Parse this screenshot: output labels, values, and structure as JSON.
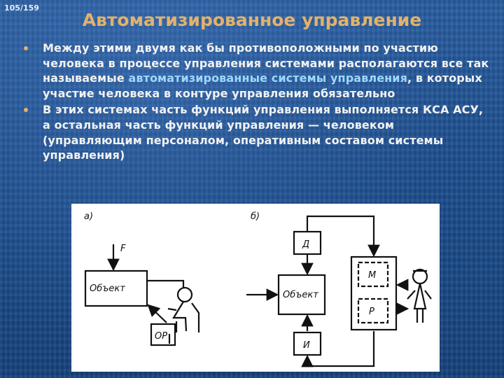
{
  "slide": {
    "counter": "105/159",
    "title": "Автоматизированное управление",
    "bullets": [
      {
        "parts": [
          "Между этими двумя как бы противоположными по участию человека в процессе управления системами располагаются все так называемые ",
          "автоматизированные системы управления",
          ", в которых участие человека в контуре управления обязательно"
        ]
      },
      {
        "parts": [
          "В этих системах часть функций управления выполняется КСА АСУ, а остальная часть функций управления — человеком (управляющим персоналом, оперативным составом системы управления)"
        ]
      }
    ]
  },
  "figure": {
    "panel_a": {
      "label": "а)",
      "input": "F",
      "object": "Объект",
      "operator": "ОР"
    },
    "panel_b": {
      "label": "б)",
      "top_block": "Д",
      "object": "Объект",
      "bottom_block": "И",
      "memory": "М",
      "processor": "Р"
    }
  },
  "colors": {
    "background": "#1c4c8c",
    "title": "#e3b26a",
    "body_text": "#f2f2f2",
    "highlight": "#9ed8ff"
  }
}
